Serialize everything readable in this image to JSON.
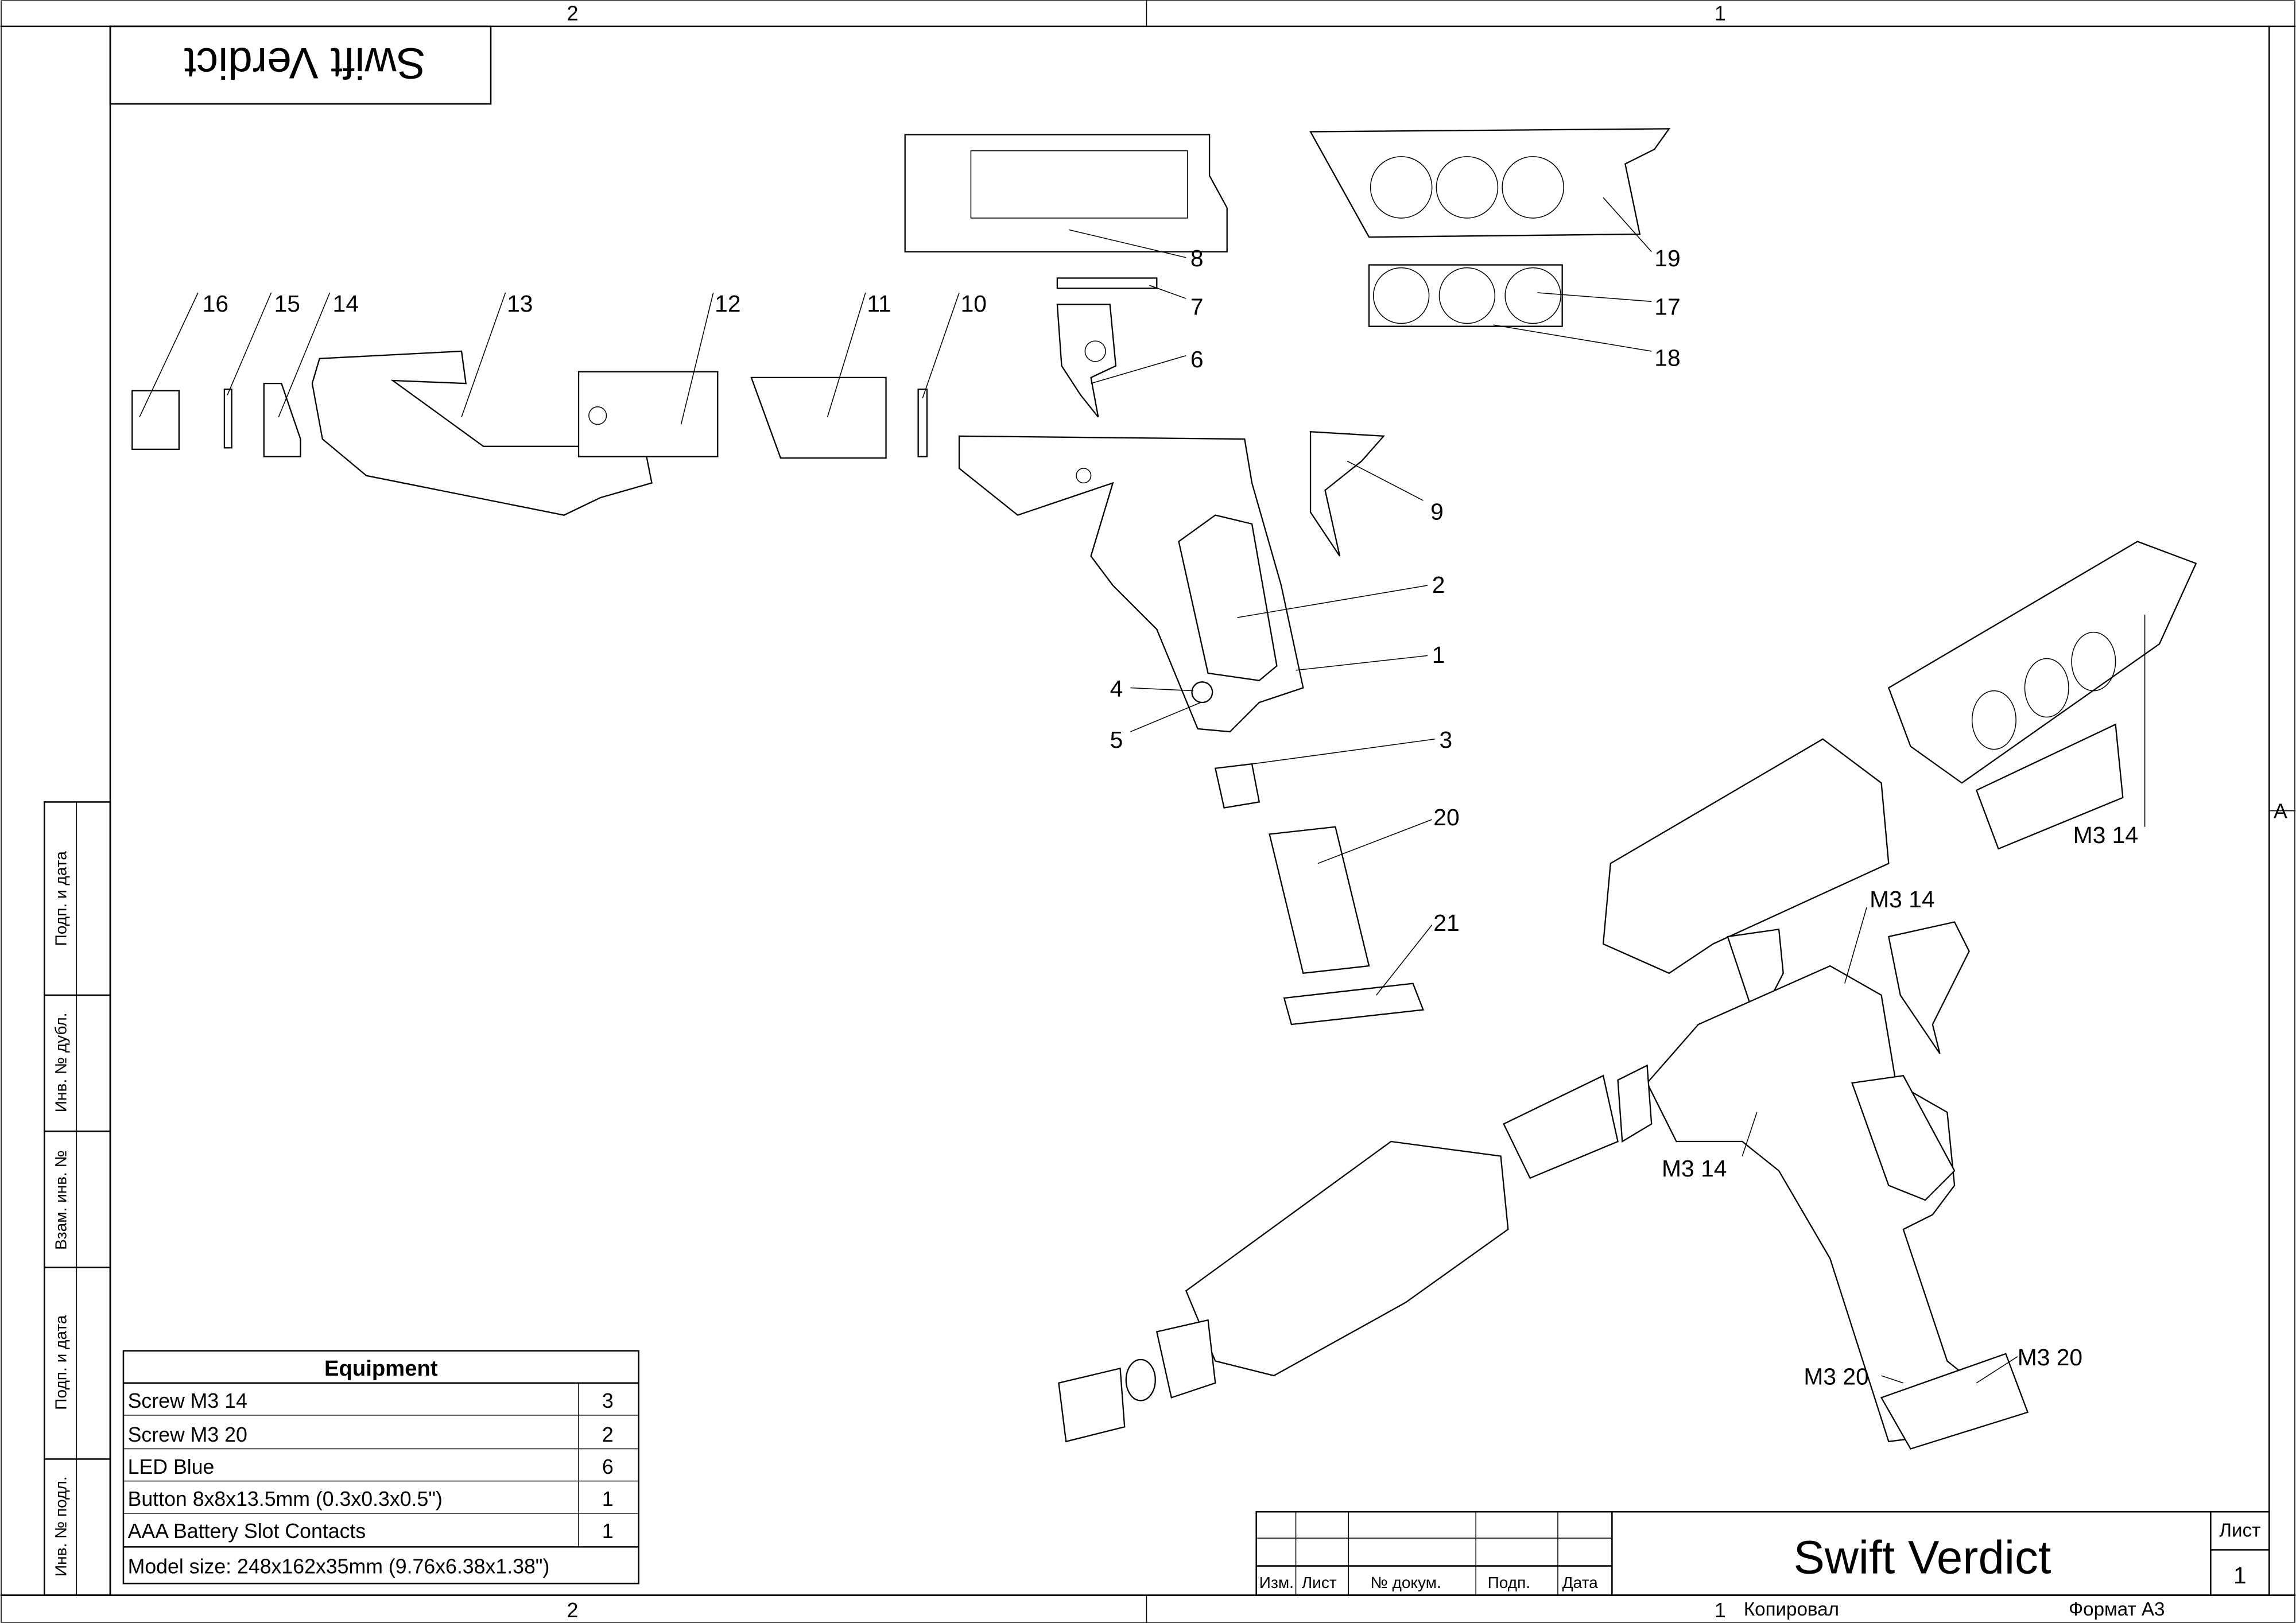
{
  "sheet": {
    "title": "Swift Verdict",
    "zones_top": [
      "2",
      "1"
    ],
    "zones_bottom": [
      "2",
      "1"
    ],
    "zone_right": "A",
    "side_strip": [
      "Подп. и дата",
      "Инв. № дубл.",
      "Взам. инв. №",
      "Подп. и дата",
      "Инв. № подл."
    ]
  },
  "equipment": {
    "header": "Equipment",
    "rows": [
      {
        "name": "Screw M3 14",
        "qty": "3"
      },
      {
        "name": "Screw M3 20",
        "qty": "2"
      },
      {
        "name": "LED Blue",
        "qty": "6"
      },
      {
        "name": "Button 8x8x13.5mm (0.3x0.3x0.5\")",
        "qty": "1"
      },
      {
        "name": "AAA Battery Slot Contacts",
        "qty": "1"
      }
    ],
    "model_size": "Model size: 248x162x35mm (9.76x6.38x1.38\")"
  },
  "title_block": {
    "columns": [
      "Изм.",
      "Лист",
      "№ докум.",
      "Подп.",
      "Дата"
    ],
    "title": "Swift Verdict",
    "sheet_label": "Лист",
    "sheet_number": "1",
    "copied_label": "Копировал",
    "format_label": "Формат А3"
  },
  "callouts": [
    "16",
    "15",
    "14",
    "13",
    "12",
    "11",
    "10",
    "8",
    "7",
    "6",
    "19",
    "17",
    "18",
    "9",
    "2",
    "1",
    "4",
    "5",
    "3",
    "20",
    "21"
  ],
  "assembly_callouts": [
    "M3 14",
    "M3 14",
    "M3 14",
    "M3 20",
    "M3 20"
  ]
}
